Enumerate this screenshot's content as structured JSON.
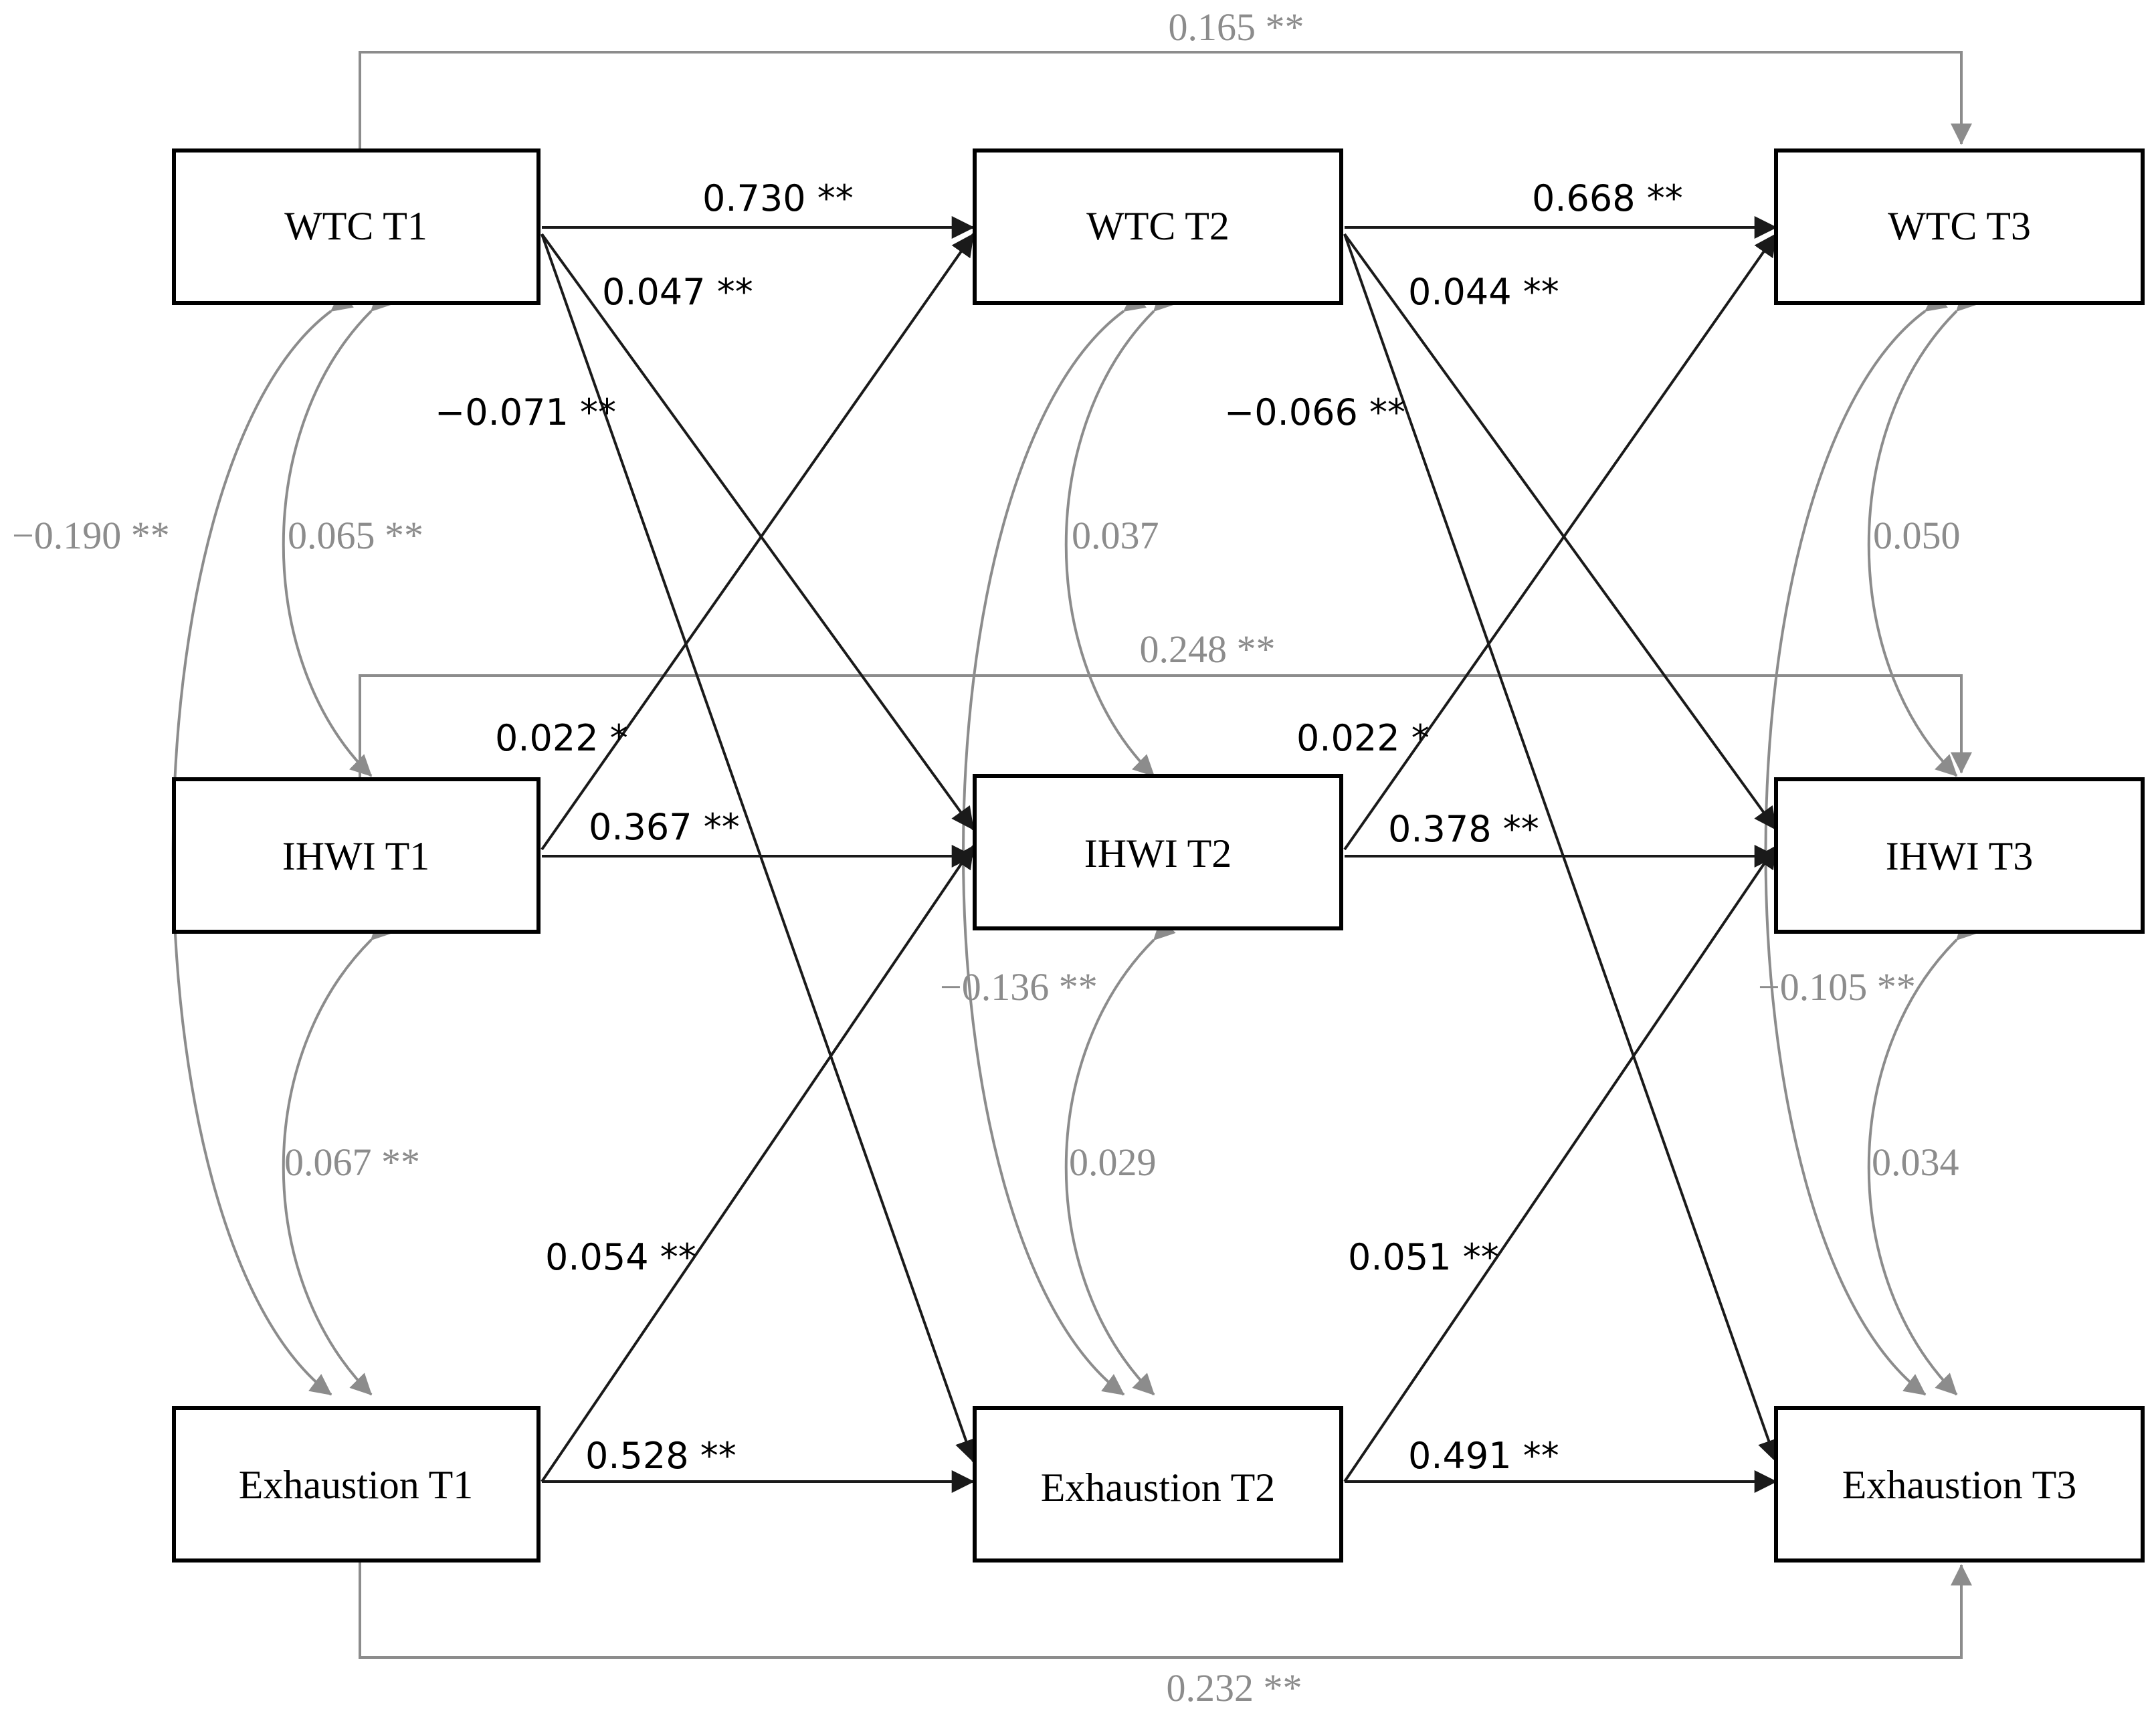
{
  "colors": {
    "path": "#1a1a1a",
    "covariance": "#8c8c8c",
    "box_border": "#000000"
  },
  "nodes": {
    "wtc_t1": "WTC T1",
    "wtc_t2": "WTC T2",
    "wtc_t3": "WTC T3",
    "ihwi_t1": "IHWI T1",
    "ihwi_t2": "IHWI T2",
    "ihwi_t3": "IHWI T3",
    "exh_t1": "Exhaustion T1",
    "exh_t2": "Exhaustion T2",
    "exh_t3": "Exhaustion T3"
  },
  "paths": {
    "wtc_t1_wtc_t2": "0.730 **",
    "wtc_t1_ihwi_t2": "0.047 **",
    "wtc_t1_exh_t2": "−0.071 **",
    "ihwi_t1_wtc_t2": "0.022 *",
    "ihwi_t1_ihwi_t2": "0.367 **",
    "exh_t1_ihwi_t2": "0.054 **",
    "exh_t1_exh_t2": "0.528 **",
    "wtc_t2_wtc_t3": "0.668 **",
    "wtc_t2_ihwi_t3": "0.044 **",
    "wtc_t2_exh_t3": "−0.066 **",
    "ihwi_t2_wtc_t3": "0.022 *",
    "ihwi_t2_ihwi_t3": "0.378 **",
    "exh_t2_ihwi_t3": "0.051 **",
    "exh_t2_exh_t3": "0.491 **",
    "wtc_t1_wtc_t3": "0.165 **",
    "ihwi_t1_ihwi_t3": "0.248 **",
    "exh_t1_exh_t3": "0.232 **"
  },
  "covariances": {
    "t1_wtc_exh": "−0.190 **",
    "t1_wtc_ihwi": "0.065 **",
    "t1_ihwi_exh": "0.067 **",
    "t2_wtc_ihwi": "0.037",
    "t2_wtc_exh": "−0.136 **",
    "t2_ihwi_exh": "0.029",
    "t3_wtc_ihwi": "0.050",
    "t3_wtc_exh": "−0.105 **",
    "t3_ihwi_exh": "0.034"
  }
}
